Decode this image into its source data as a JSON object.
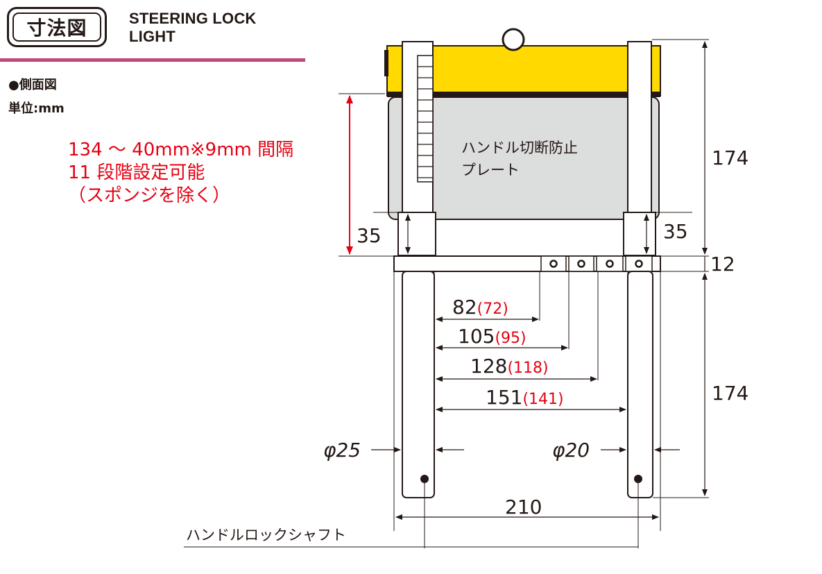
{
  "header": {
    "badge_label": "寸法図",
    "product_name": "STEERING LOCK\nLIGHT",
    "view_label": "●側面図",
    "unit_label": "単位:mm"
  },
  "colors": {
    "accent_line": "#c0467e",
    "housing_yellow": "#ffd900",
    "plate_gray": "#dcdddd",
    "range_note_red": "#e60012"
  },
  "range_note": {
    "line1": "134 ～ 40mm※9mm 間隔",
    "line2": "11 段階設定可能",
    "line3": "（スポンジを除く）"
  },
  "labels": {
    "plate": "ハンドル切断防止\nプレート",
    "plate_line1": "ハンドル切断防止",
    "plate_line2": "プレート",
    "shaft": "ハンドルロックシャフト"
  },
  "dimensions": {
    "top_height": "174",
    "bottom_height": "174",
    "bar_thickness": "12",
    "left_gap": "35",
    "right_gap": "35",
    "phi_left": "φ25",
    "phi_right": "φ20",
    "width": "210",
    "spacings": [
      {
        "main": "82",
        "alt": "(72)"
      },
      {
        "main": "105",
        "alt": "(95)"
      },
      {
        "main": "128",
        "alt": "(118)"
      },
      {
        "main": "151",
        "alt": "(141)"
      }
    ]
  }
}
